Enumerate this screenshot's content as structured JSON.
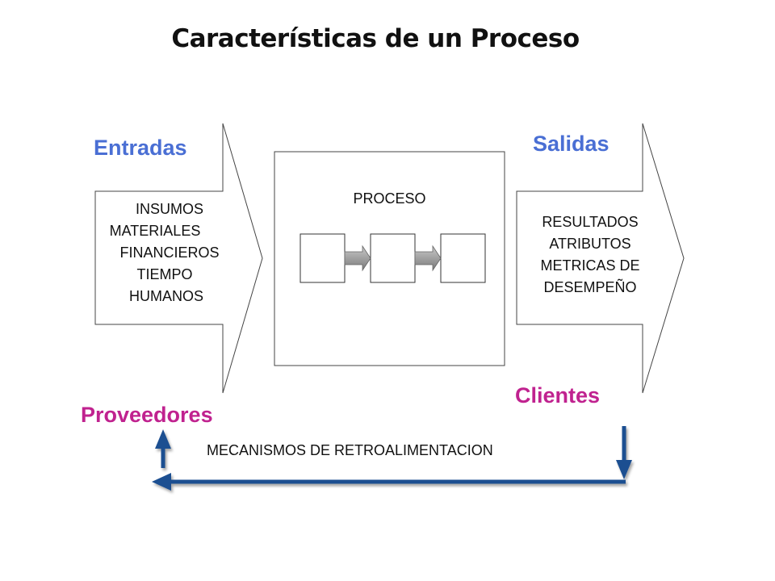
{
  "title": "Características de un Proceso",
  "inputs": {
    "heading": "Entradas",
    "items": [
      "INSUMOS",
      "MATERIALES",
      "FINANCIEROS",
      "TIEMPO",
      "HUMANOS"
    ]
  },
  "process": {
    "label": "PROCESO"
  },
  "outputs": {
    "heading": "Salidas",
    "items": [
      "RESULTADOS",
      "ATRIBUTOS",
      "METRICAS DE",
      "DESEMPEÑO"
    ]
  },
  "suppliers": "Proveedores",
  "clients": "Clientes",
  "feedback": "MECANISMOS DE RETROALIMENTACION",
  "colors": {
    "heading_blue": "#4a6fd4",
    "heading_pink": "#c0228f",
    "feedback_arrow": "#1f4f91",
    "step_arrow": "#999999"
  }
}
